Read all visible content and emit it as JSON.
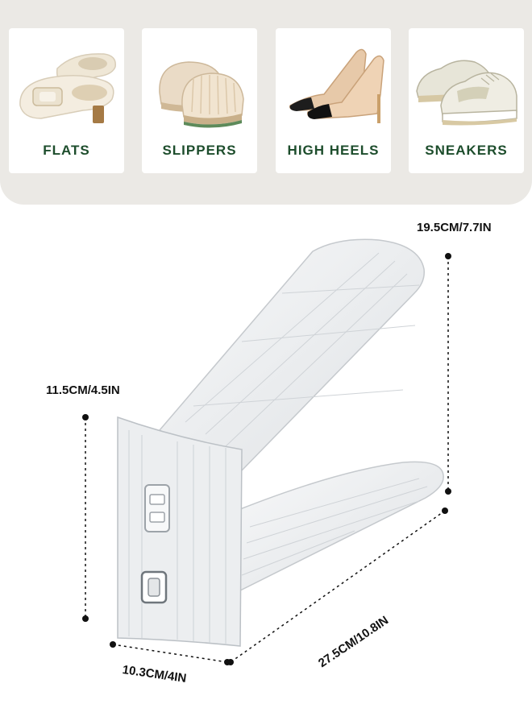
{
  "categories": [
    {
      "label": "FLATS",
      "icon": "flat-shoe-icon"
    },
    {
      "label": "SLIPPERS",
      "icon": "slipper-icon"
    },
    {
      "label": "HIGH HEELS",
      "icon": "high-heel-icon"
    },
    {
      "label": "SNEAKERS",
      "icon": "sneaker-icon"
    }
  ],
  "dimensions": {
    "height_full": "19.5CM/7.7IN",
    "height_front": "11.5CM/4.5IN",
    "length": "27.5CM/10.8IN",
    "width": "10.3CM/4IN"
  },
  "colors": {
    "panel": "#ebe9e5",
    "label": "#1d4d2c",
    "dimension_text": "#111111"
  }
}
